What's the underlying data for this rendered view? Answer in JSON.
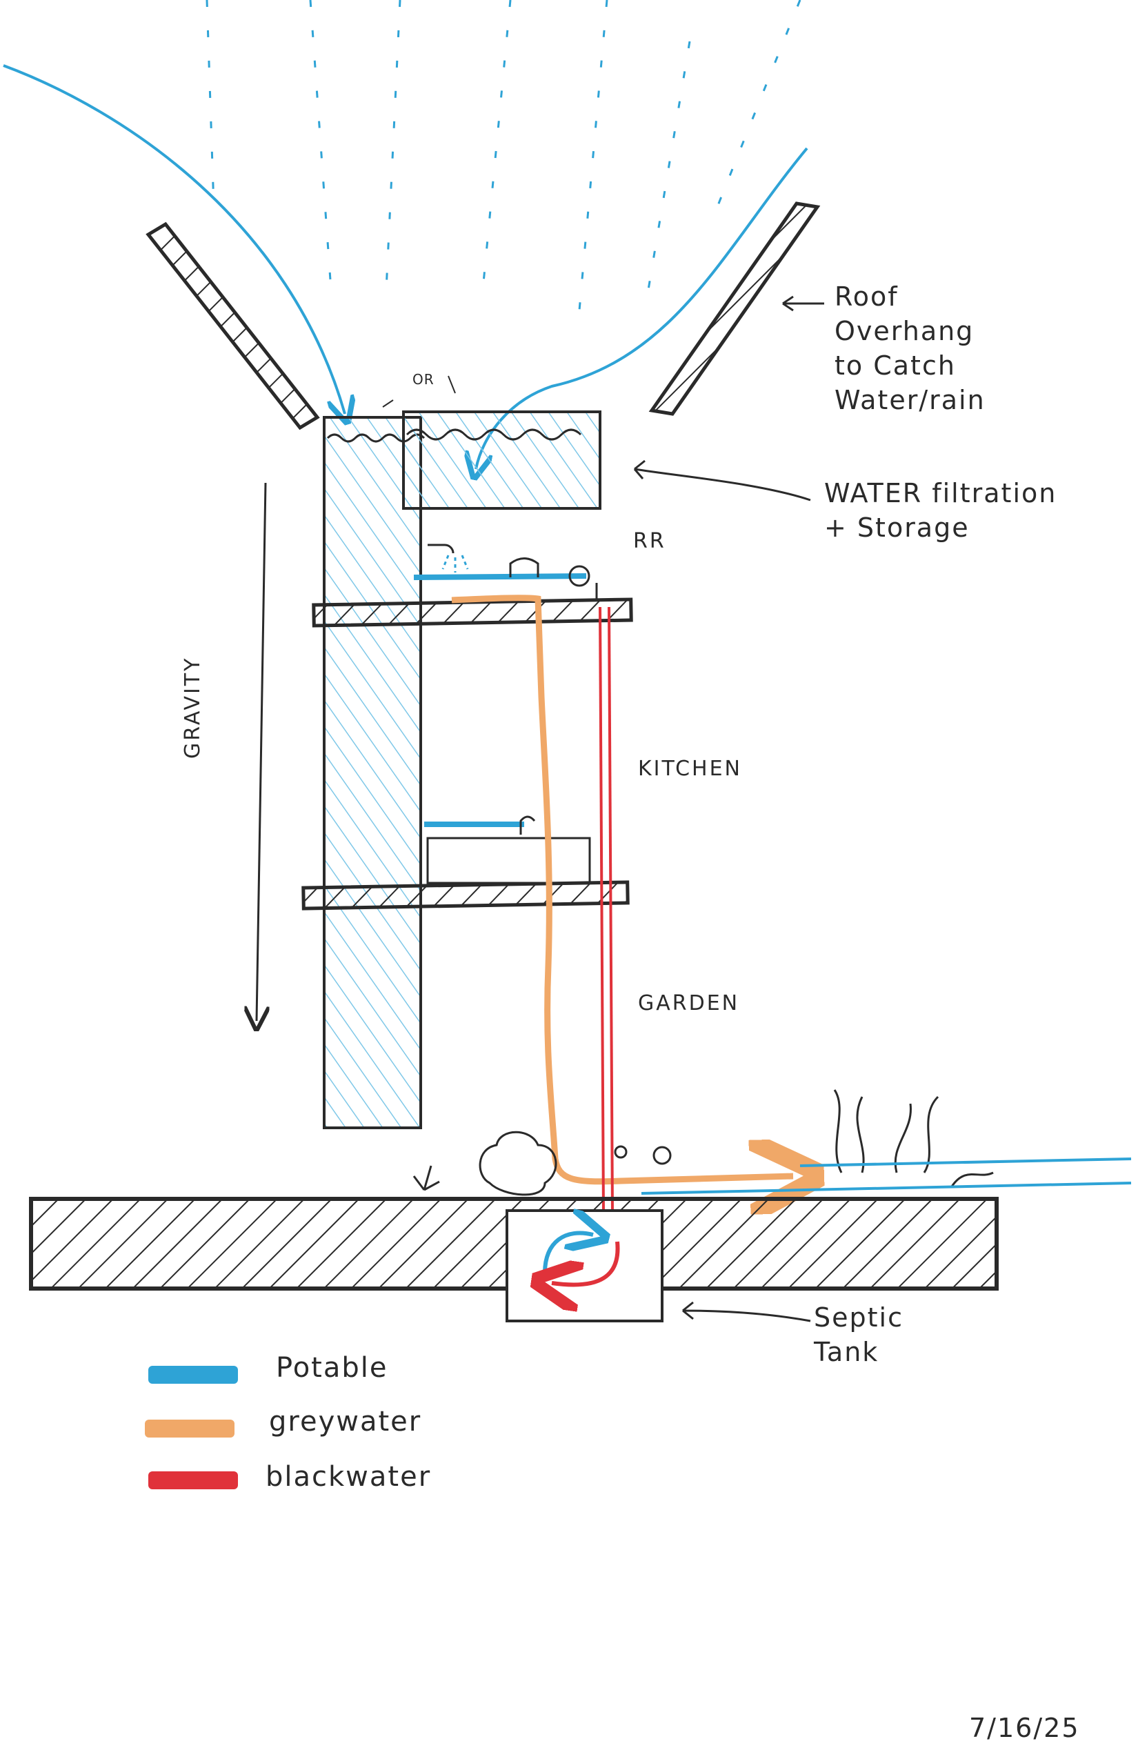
{
  "labels": {
    "roof": "Roof\nOverhang\nto Catch\nWater/rain",
    "filtration": "WATER filtration\n+ Storage",
    "or_note": "OR",
    "rr": "RR",
    "kitchen": "KITCHEN",
    "garden": "GARDEN",
    "gravity": "GRAVITY",
    "septic": "Septic\nTank",
    "date": "7/16/25"
  },
  "legend": [
    {
      "label": "Potable",
      "color": "#2ea3d6"
    },
    {
      "label": "greywater",
      "color": "#f0a868"
    },
    {
      "label": "blackwater",
      "color": "#e0323a"
    }
  ],
  "colors": {
    "potable": "#2ea3d6",
    "greywater": "#f0a868",
    "blackwater": "#e0323a",
    "ink": "#2a2a2a"
  }
}
